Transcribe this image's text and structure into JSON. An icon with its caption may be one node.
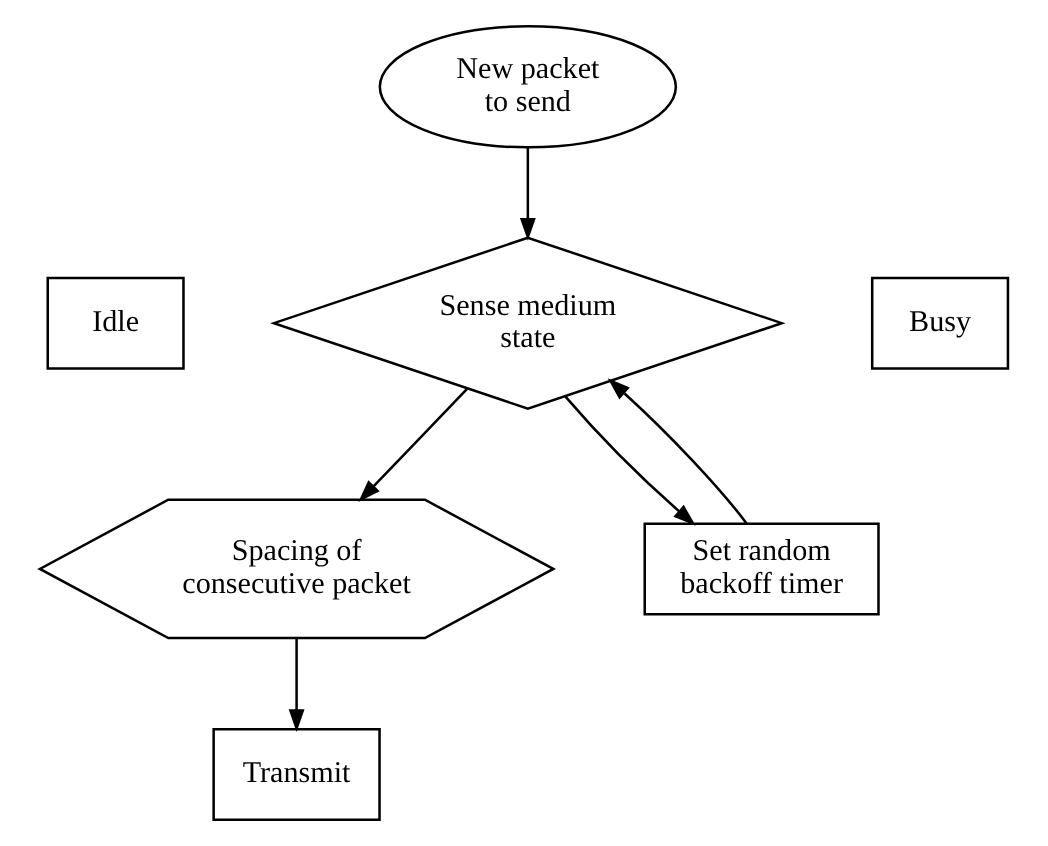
{
  "diagram": {
    "nodes": [
      {
        "text": [
          "New packet to send"
        ]
      },
      {
        "text": [
          "Sense medium state"
        ]
      },
      {
        "text": [
          "Idle"
        ]
      },
      {
        "text": [
          "Busy"
        ]
      },
      {
        "text": [
          "Spacing of consecutive packet"
        ]
      },
      {
        "text": [
          "Set random backoff timer"
        ]
      },
      {
        "text": [
          "Transmit"
        ]
      }
    ],
    "edges": [
      {
        "from": 0,
        "to": 1,
        "arrow": "to"
      },
      {
        "from": 1,
        "to": 4,
        "arrow": "to"
      },
      {
        "from": 1,
        "to": 5,
        "arrow": "to"
      },
      {
        "from": 5,
        "to": 1,
        "arrow": "to"
      },
      {
        "from": 4,
        "to": 6,
        "arrow": "to"
      }
    ]
  }
}
